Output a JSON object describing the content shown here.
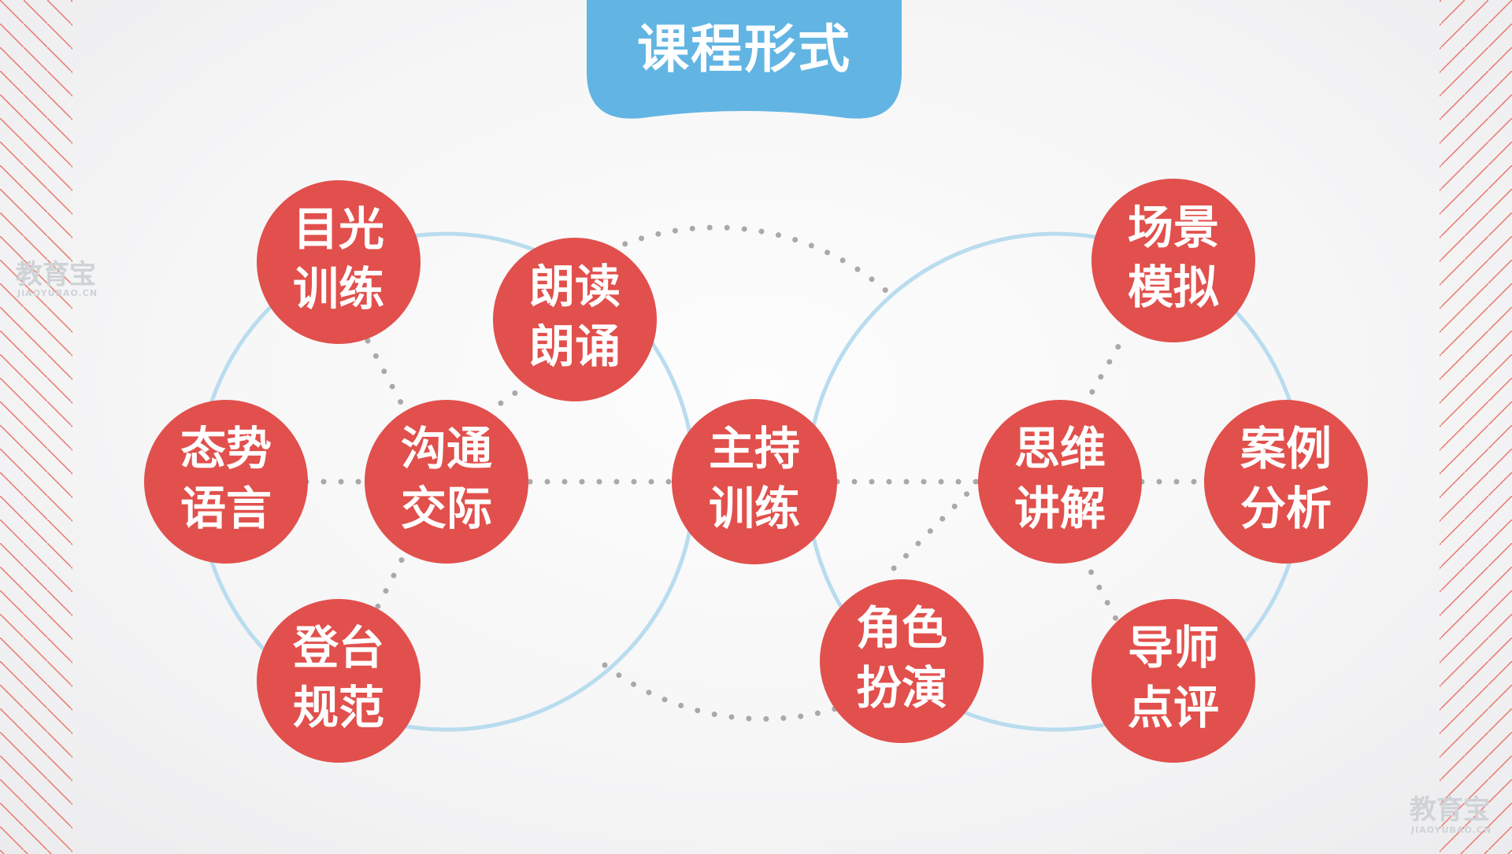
{
  "title": "课程形式",
  "nodes": [
    {
      "id": "center",
      "lines": [
        "主持",
        "训练"
      ]
    },
    {
      "id": "comm",
      "lines": [
        "沟通",
        "交际"
      ]
    },
    {
      "id": "gaze",
      "lines": [
        "目光",
        "训练"
      ]
    },
    {
      "id": "reading",
      "lines": [
        "朗读",
        "朗诵"
      ]
    },
    {
      "id": "posture",
      "lines": [
        "态势",
        "语言"
      ]
    },
    {
      "id": "stage",
      "lines": [
        "登台",
        "规范"
      ]
    },
    {
      "id": "thinking",
      "lines": [
        "思维",
        "讲解"
      ]
    },
    {
      "id": "scene",
      "lines": [
        "场景",
        "模拟"
      ]
    },
    {
      "id": "case",
      "lines": [
        "案例",
        "分析"
      ]
    },
    {
      "id": "role",
      "lines": [
        "角色",
        "扮演"
      ]
    },
    {
      "id": "mentor",
      "lines": [
        "导师",
        "点评"
      ]
    }
  ],
  "watermark": {
    "main": "教育宝",
    "sub": "JIAOYUBAO.CN"
  },
  "colors": {
    "node_red": "#e1504c",
    "title_blue": "#62b5e3",
    "ring_blue": "#b9dcef",
    "dots": "#a9a9a9",
    "stripes": "#ea7f73"
  }
}
